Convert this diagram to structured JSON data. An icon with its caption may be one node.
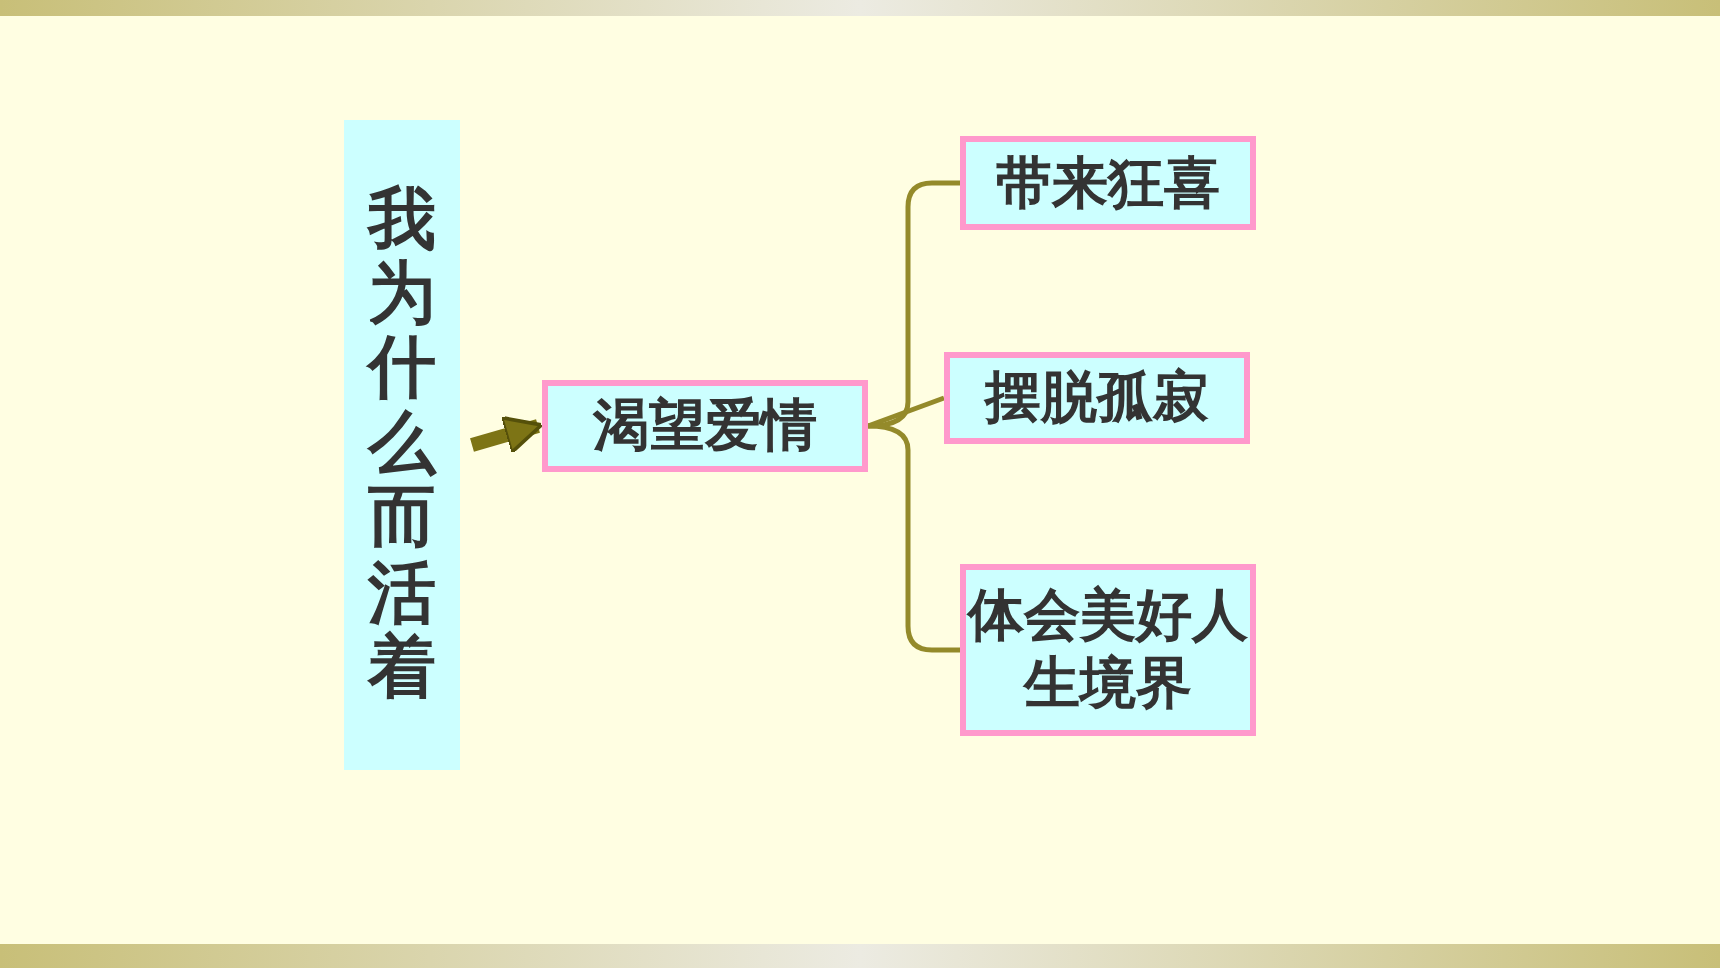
{
  "diagram": {
    "nodes": [
      {
        "text": [
          "我为什么而活着"
        ]
      },
      {
        "text": [
          "渴望爱情"
        ]
      },
      {
        "text": [
          "带来狂喜"
        ]
      },
      {
        "text": [
          "摆脱孤寂"
        ]
      },
      {
        "text": [
          "体会美好人生境界"
        ]
      }
    ],
    "edges": [
      {
        "from": 0,
        "to": 1,
        "arrow": "to",
        "style": "thick"
      },
      {
        "from": 1,
        "to": 2,
        "arrow": "none"
      },
      {
        "from": 1,
        "to": 3,
        "arrow": "none"
      },
      {
        "from": 1,
        "to": 4,
        "arrow": "none"
      }
    ]
  }
}
